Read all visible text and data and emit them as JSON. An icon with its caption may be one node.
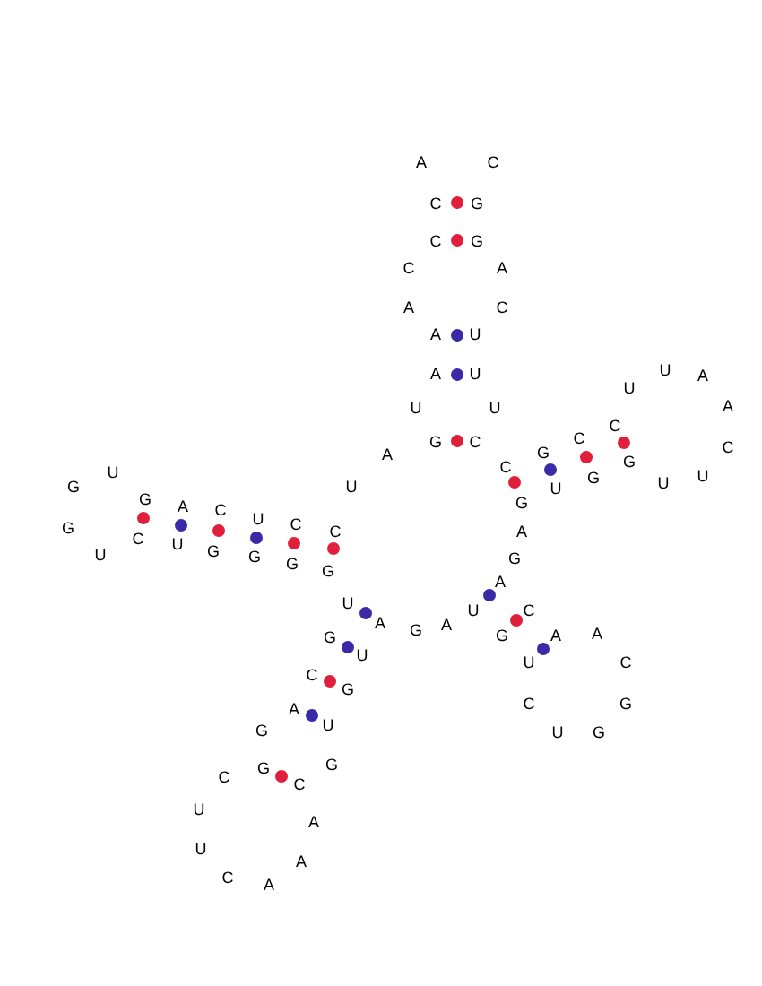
{
  "diagram": {
    "labels": [
      "A",
      "C",
      "C",
      "G",
      "C",
      "G",
      "C",
      "A",
      "A",
      "C",
      "A",
      "U",
      "A",
      "U",
      "U",
      "A",
      "U",
      "U",
      "U",
      "A",
      "C",
      "A",
      "G",
      "C",
      "C",
      "G",
      "C",
      "G",
      "C",
      "G",
      "U",
      "U",
      "U",
      "G",
      "U",
      "U",
      "G",
      "A",
      "C",
      "G",
      "G",
      "U",
      "C",
      "C",
      "A",
      "U",
      "C",
      "U",
      "G",
      "G",
      "G",
      "G",
      "G",
      "A",
      "U",
      "U",
      "C",
      "G",
      "A",
      "G",
      "A",
      "G",
      "A",
      "A",
      "U",
      "U",
      "C",
      "C",
      "G",
      "A",
      "C",
      "G",
      "G",
      "U",
      "U",
      "G",
      "G",
      "G",
      "C",
      "C",
      "U",
      "A",
      "U",
      "A",
      "C",
      "A"
    ]
  }
}
